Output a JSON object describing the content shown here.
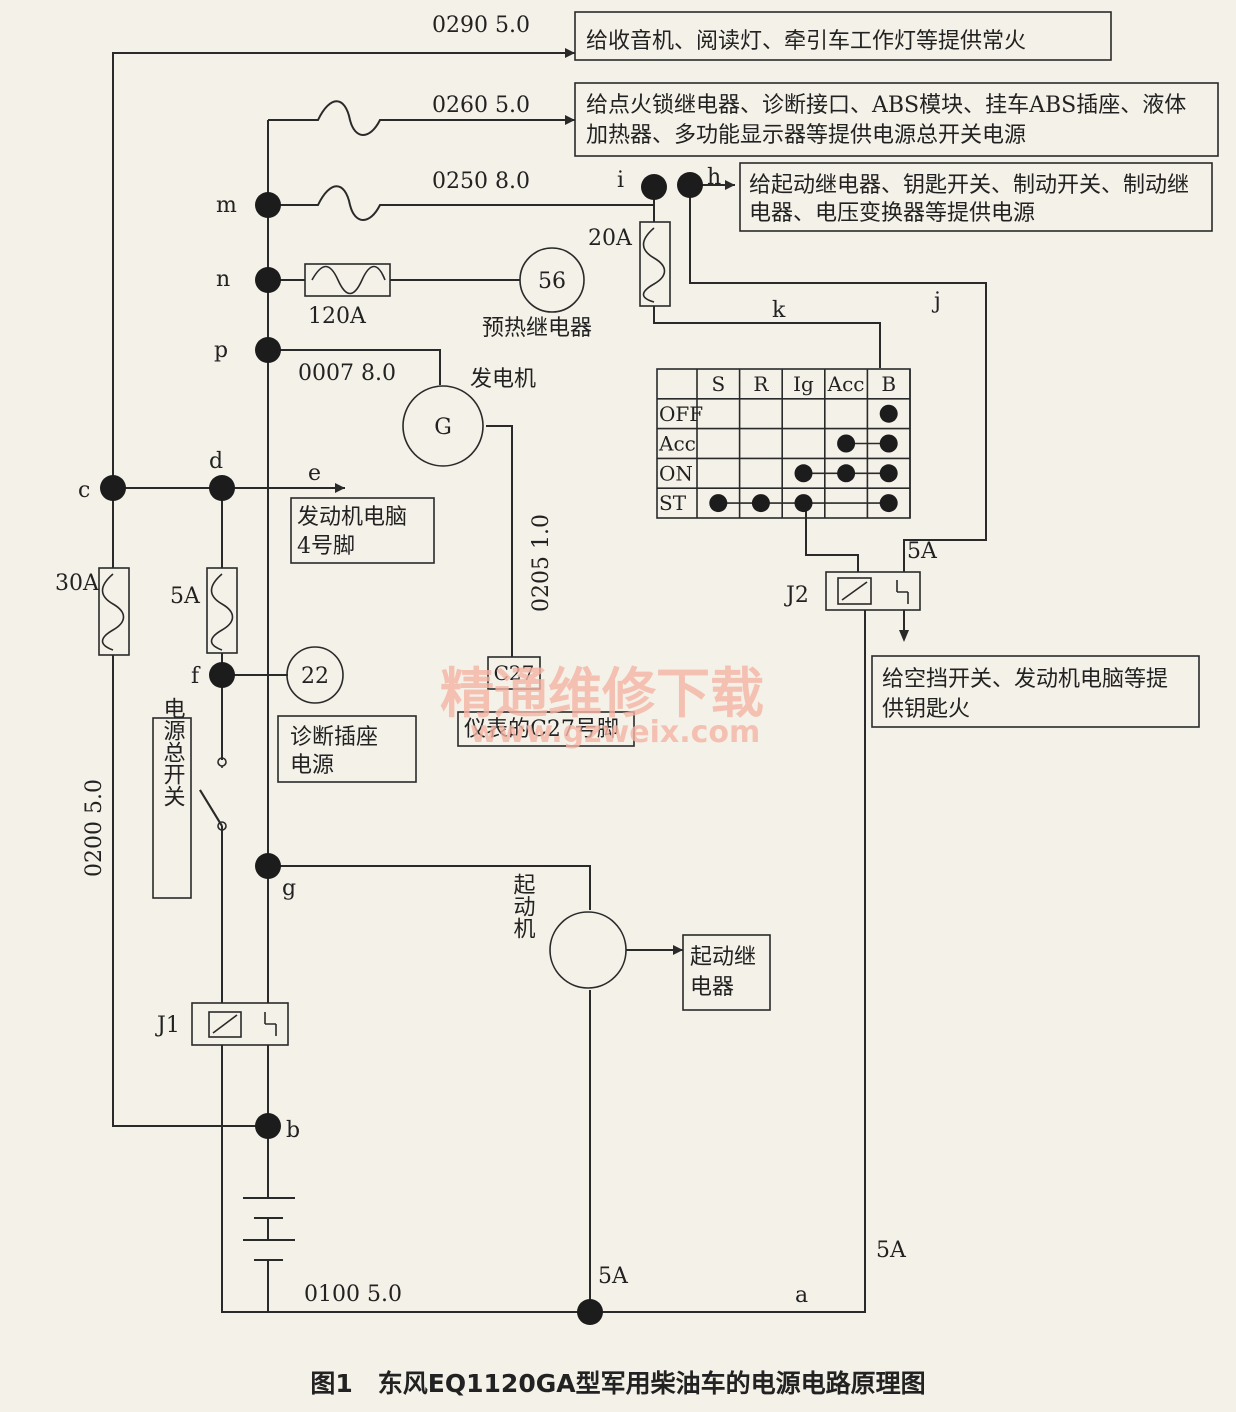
{
  "diagram": {
    "caption": "图1　东风EQ1120GA型军用柴油车的电源电路原理图",
    "watermark": {
      "title": "精通维修下载",
      "url": "www.gzweix.com"
    },
    "nodes": {
      "a": "a",
      "b": "b",
      "c": "c",
      "d": "d",
      "e": "e",
      "f": "f",
      "g": "g",
      "h": "h",
      "i": "i",
      "j": "j",
      "k": "k",
      "m": "m",
      "n": "n",
      "p": "p"
    },
    "wires": {
      "w0290": "0290 5.0",
      "w0260": "0260 5.0",
      "w0250": "0250 8.0",
      "w0007": "0007 8.0",
      "w0205": "0205 1.0",
      "w0200": "0200 5.0",
      "w0100": "0100 5.0"
    },
    "fuses": {
      "f120": "120A",
      "f20": "20A",
      "f30": "30A",
      "f5_d": "5A",
      "f5_j": "5A",
      "f5_a": "5A",
      "f5_bottom": "5A"
    },
    "relays": {
      "j1": "J1",
      "j2": "J2"
    },
    "components": {
      "preheat_num": "56",
      "preheat_name": "预热继电器",
      "generator_letter": "G",
      "generator_name": "发电机",
      "diag_num": "22",
      "starter_name": "起动机",
      "master_switch": "电源总开关"
    },
    "boxes": {
      "radio_line1": "给收音机、阅读灯、牵引车工作灯等提供常火",
      "ignition_line1": "给点火锁继电器、诊断接口、ABS模块、挂车ABS插座、液体",
      "ignition_line2": "加热器、多功能显示器等提供电源总开关电源",
      "starter_line1": "给起动继电器、钥匙开关、制动开关、制动继",
      "starter_line2": "电器、电压变换器等提供电源",
      "ecu_line1": "发动机电脑",
      "ecu_line2": "4号脚",
      "diag_line1": "诊断插座",
      "diag_line2": "电源",
      "c27": "C27",
      "c27_label": "仪表的C27号脚",
      "neutral_line1": "给空挡开关、发动机电脑等提",
      "neutral_line2": "供钥匙火",
      "start_relay_line1": "起动继",
      "start_relay_line2": "电器"
    },
    "key_switch": {
      "columns": [
        "S",
        "R",
        "Ig",
        "Acc",
        "B"
      ],
      "rows": [
        "OFF",
        "Acc",
        "ON",
        "ST"
      ],
      "connections": {
        "OFF": [
          "B"
        ],
        "Acc": [
          "Acc",
          "B"
        ],
        "ON": [
          "Ig",
          "Acc",
          "B"
        ],
        "ST": [
          "S",
          "R",
          "Ig",
          "B"
        ]
      }
    }
  }
}
